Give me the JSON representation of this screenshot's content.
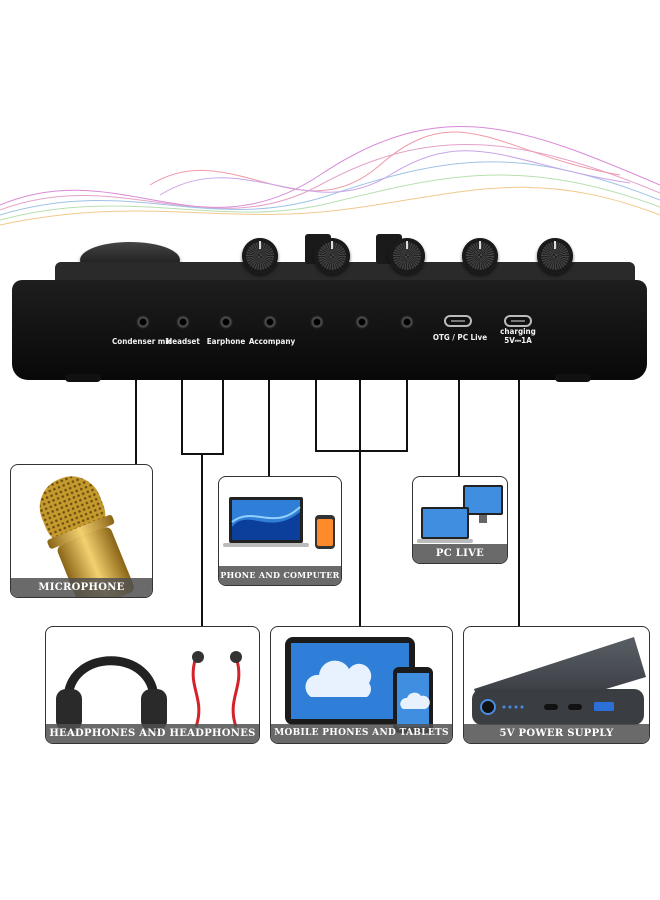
{
  "ports": [
    {
      "label": "Condenser mic"
    },
    {
      "label": "Headset"
    },
    {
      "label": "Earphone"
    },
    {
      "label": "Accompany"
    },
    {
      "label": "OTG / PC Live"
    },
    {
      "label": "charging 5V⎓1A"
    }
  ],
  "cards": {
    "microphone": "MICROPHONE",
    "phone_computer": "PHONE AND COMPUTER",
    "pc_live": "PC LIVE",
    "headphones": "HEADPHONES AND HEADPHONES",
    "mobile_tablets": "MOBILE PHONES AND TABLETS",
    "power_supply": "5V POWER SUPPLY"
  },
  "colors": {
    "device_body": "#141414",
    "caption_bg": "#505050",
    "screen_blue": "#2f7fd8"
  }
}
